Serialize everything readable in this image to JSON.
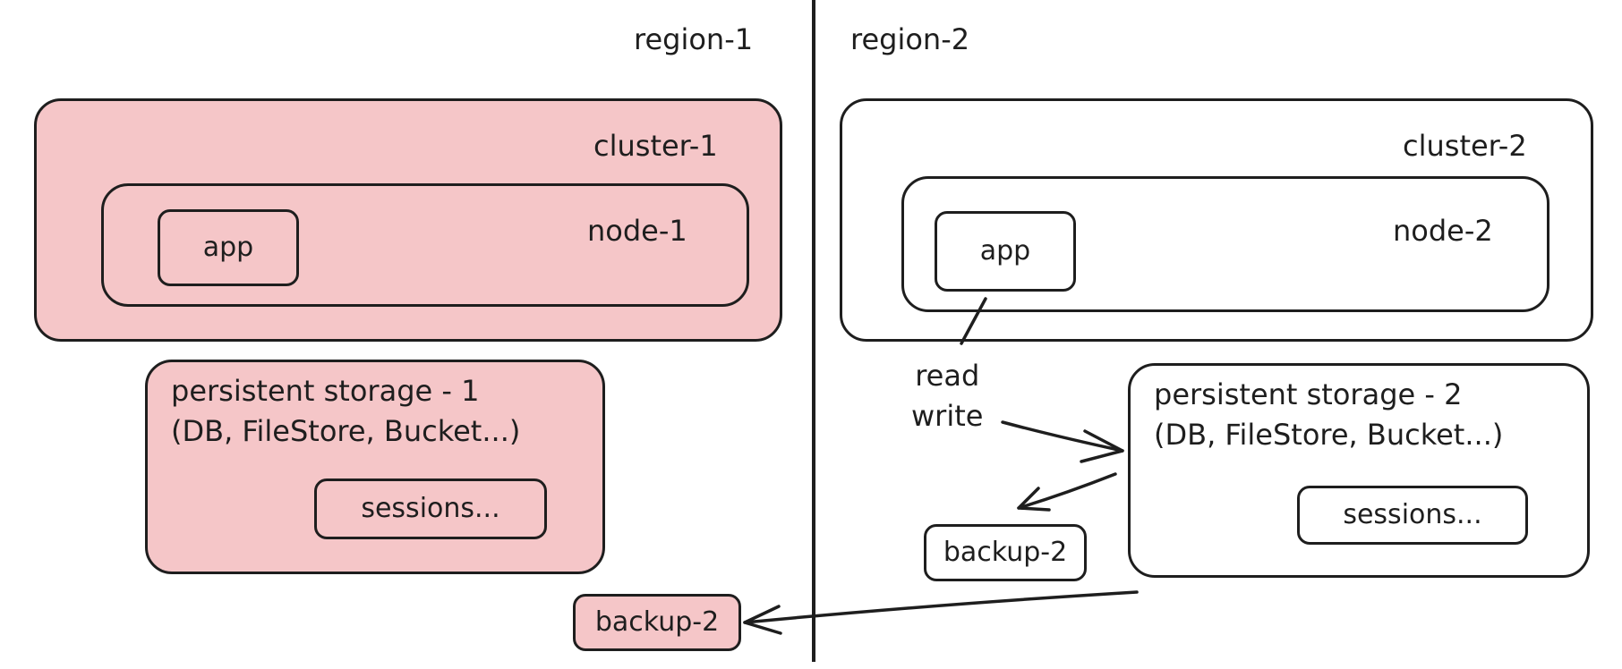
{
  "region_1": {
    "title": "region-1",
    "cluster": "cluster-1",
    "node": "node-1",
    "app": "app",
    "storage": "persistent storage - 1\n(DB, FileStore, Bucket...)",
    "sessions": "sessions...",
    "backup": "backup-2"
  },
  "region_2": {
    "title": "region-2",
    "cluster": "cluster-2",
    "node": "node-2",
    "app": "app",
    "storage": "persistent storage - 2\n(DB, FileStore, Bucket...)",
    "sessions": "sessions...",
    "backup": "backup-2"
  },
  "connection_label": "read\nwrite",
  "colors": {
    "fill_region_1": "#f5c6c8",
    "stroke": "#1e1e1e",
    "background": "#ffffff"
  }
}
